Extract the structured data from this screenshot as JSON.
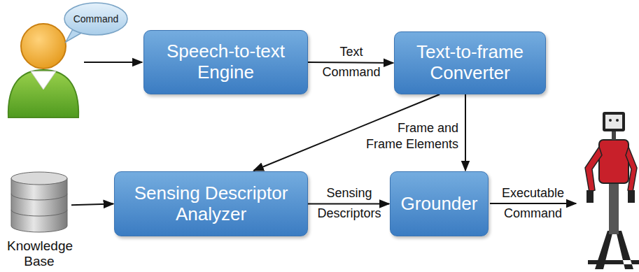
{
  "diagram": {
    "nodes": [
      {
        "text": [
          "Command"
        ]
      },
      {
        "text": [
          "Speech-to-text Engine"
        ]
      },
      {
        "text": [
          "Text-to-frame Converter"
        ]
      },
      {
        "text": [
          "Knowledge Base"
        ]
      },
      {
        "text": [
          "Sensing Descriptor Analyzer"
        ]
      },
      {
        "text": [
          "Grounder"
        ]
      }
    ],
    "edges": [
      {
        "from": 1,
        "to": 2,
        "label": "Text Command",
        "arrow": "to"
      },
      {
        "from": 2,
        "to": 4,
        "label": "Frame and Frame Elements",
        "arrow": "to"
      },
      {
        "from": 2,
        "to": 5,
        "arrow": "to"
      },
      {
        "from": 4,
        "to": 5,
        "label": "Sensing Descriptors",
        "arrow": "to"
      },
      {
        "from": 3,
        "to": 4,
        "arrow": "to"
      }
    ],
    "labels": [
      "Executable Command"
    ]
  }
}
